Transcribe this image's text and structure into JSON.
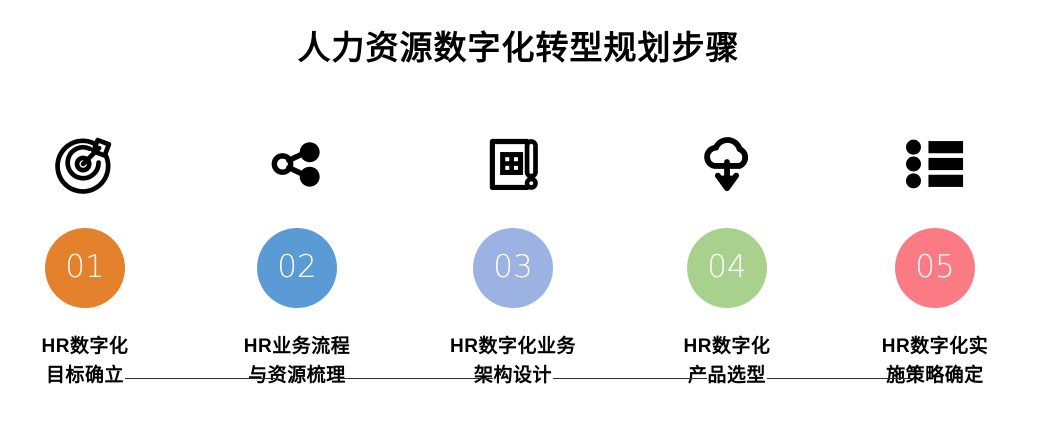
{
  "title": "人力资源数字化转型规划步骤",
  "colors": {
    "step1": "#E4812C",
    "step2": "#5B9BD5",
    "step3": "#9BB2E2",
    "step4": "#A9D18E",
    "step5": "#FA7B83",
    "connector": "#2b2b2b",
    "icon": "#000000",
    "number": "#FFFFFF",
    "caption": "#000000",
    "background": "#FFFFFF"
  },
  "steps": [
    {
      "number": "01",
      "icon_name": "target-dart-icon",
      "caption_line1": "HR数字化",
      "caption_line2": "目标确立",
      "color": "#E4812C"
    },
    {
      "number": "02",
      "icon_name": "share-network-icon",
      "caption_line1": "HR业务流程",
      "caption_line2": "与资源梳理",
      "color": "#5B9BD5"
    },
    {
      "number": "03",
      "icon_name": "blueprint-icon",
      "caption_line1": "HR数字化业务",
      "caption_line2": "架构设计",
      "color": "#9BB2E2"
    },
    {
      "number": "04",
      "icon_name": "cloud-download-icon",
      "caption_line1": "HR数字化",
      "caption_line2": "产品选型",
      "color": "#A9D18E"
    },
    {
      "number": "05",
      "icon_name": "bullet-list-icon",
      "caption_line1": "HR数字化实",
      "caption_line2": "施策略确定",
      "color": "#FA7B83"
    }
  ]
}
